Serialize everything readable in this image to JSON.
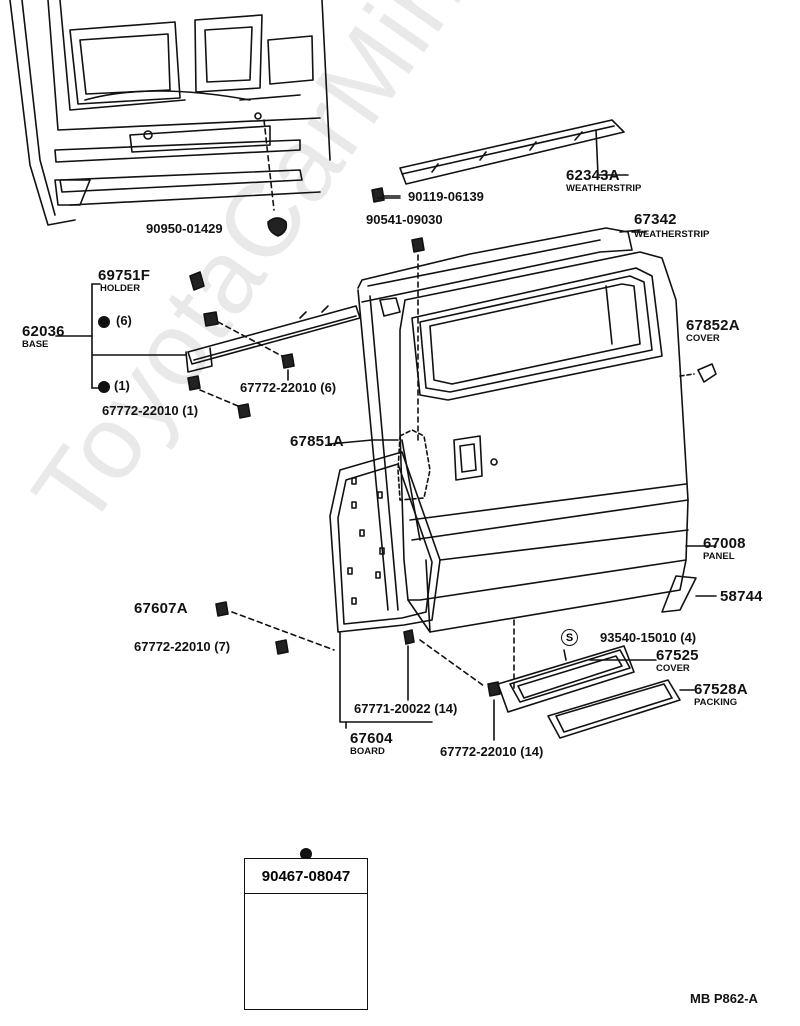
{
  "watermark": "ToyotaCarMine.ru",
  "diagram_code": "MB P862-A",
  "legend_part": "90467-08047",
  "labels": {
    "p62343A": "62343A",
    "p62343A_sub": "WEATHERSTRIP",
    "p90119": "90119-06139",
    "p90541": "90541-09030",
    "p67342": "67342",
    "p67342_sub": "WEATHERSTRIP",
    "p90950": "90950-01429",
    "p69751F": "69751F",
    "p69751F_sub": "HOLDER",
    "p62036": "62036",
    "p62036_sub": "BASE",
    "qty6": "(6)",
    "qty1": "(1)",
    "p67772_a": "67772-22010 (6)",
    "p67772_b": "67772-22010 (1)",
    "p67852A": "67852A",
    "p67852A_sub": "COVER",
    "p67851A": "67851A",
    "p67008": "67008",
    "p67008_sub": "PANEL",
    "p58744": "58744",
    "p67607A": "67607A",
    "p67772_c": "67772-22010 (7)",
    "p93540": "93540-15010 (4)",
    "s_mark": "S",
    "p67525": "67525",
    "p67525_sub": "COVER",
    "p67528A": "67528A",
    "p67528A_sub": "PACKING",
    "p67771": "67771-20022 (14)",
    "p67604": "67604",
    "p67604_sub": "BOARD",
    "p67772_d": "67772-22010 (14)"
  }
}
